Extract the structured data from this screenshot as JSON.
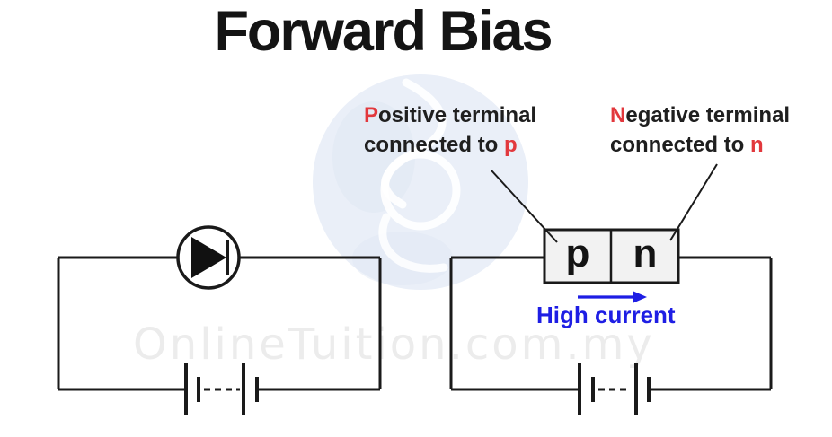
{
  "title": "Forward Bias",
  "watermark": "OnlineTuition.com.my",
  "annotations": {
    "positive": {
      "initial": "P",
      "line1_rest": "ositive terminal",
      "line2_prefix": "connected to ",
      "target": "p"
    },
    "negative": {
      "initial": "N",
      "line1_rest": "egative terminal",
      "line2_prefix": "connected to ",
      "target": "n"
    }
  },
  "junction": {
    "p": "p",
    "n": "n"
  },
  "current_label": "High current",
  "icons": {
    "diode": "diode-symbol",
    "battery": "multi-cell-battery-symbol",
    "arrow": "right-arrow",
    "globe": "globe-mouse-logo-watermark"
  },
  "colors": {
    "accent_red": "#e2383d",
    "accent_blue": "#1e1ee4",
    "line_black": "#1a1a1a",
    "junction_fill": "#f2f2f2",
    "watermark_gray": "#ececec",
    "globe_blue": "#eaeff8"
  }
}
